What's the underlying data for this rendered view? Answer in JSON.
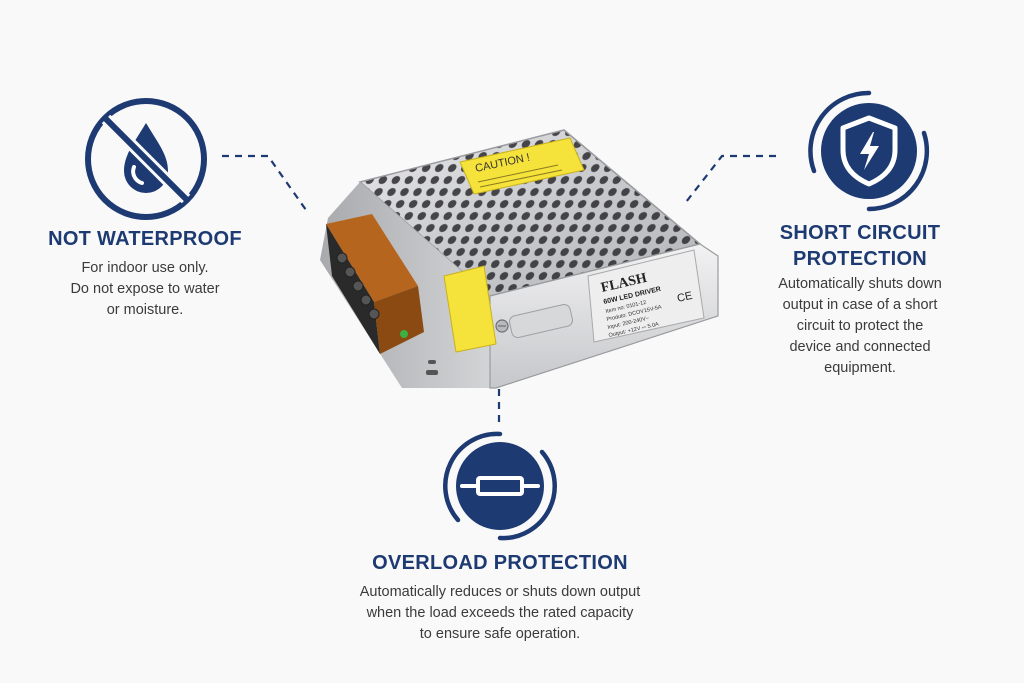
{
  "features": {
    "waterproof": {
      "title": "NOT WATERPROOF",
      "description": [
        "For indoor use only.",
        "Do not expose to water",
        "or moisture."
      ],
      "icon": "no-water-drop-icon"
    },
    "short_circuit": {
      "title": [
        "SHORT CIRCUIT",
        "PROTECTION"
      ],
      "description": [
        "Automatically shuts down",
        "output in case of a short",
        "circuit to protect the",
        "device and connected",
        "equipment."
      ],
      "icon": "shield-lightning-icon"
    },
    "overload": {
      "title": "OVERLOAD PROTECTION",
      "description": [
        "Automatically reduces or shuts down output",
        "when the load exceeds the rated capacity",
        "to ensure safe operation."
      ],
      "icon": "fuse-icon"
    }
  },
  "product": {
    "caution_label": "CAUTION !",
    "brand": "FLASH",
    "model": "60W LED DRIVER",
    "spec_lines": [
      "Item no: 0101-12",
      "Produto: DCOV15V-5A",
      "Input: 200-240V~",
      "Output: +12V ⎓ 5.0A"
    ],
    "ce_mark": "CE"
  },
  "colors": {
    "accent": "#1d3a72",
    "text": "#3b3b3b",
    "background": "#f9f9f9"
  }
}
